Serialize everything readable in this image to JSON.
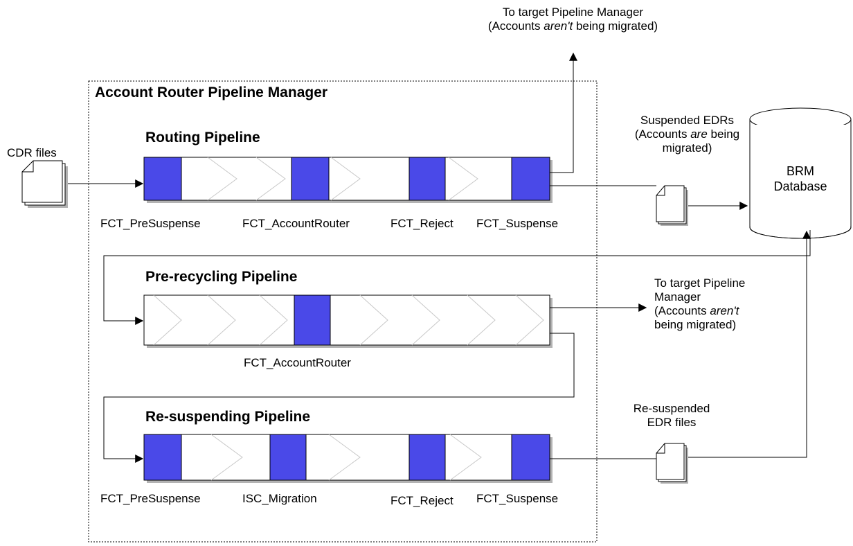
{
  "colors": {
    "filter_block": "#4a49e8",
    "outline": "#000000",
    "shadow": "#b3b3b3",
    "chevron": "#c8c8c8",
    "background": "#ffffff"
  },
  "manager_title": "Account Router Pipeline Manager",
  "top_destination": {
    "line1": "To target Pipeline Manager",
    "line2_a": "(Accounts ",
    "line2_em": "aren't",
    "line2_b": " being migrated)"
  },
  "input": {
    "label": "CDR files",
    "icon": "document-stack-icon"
  },
  "pipelines": {
    "routing": {
      "title": "Routing Pipeline",
      "filters": [
        "FCT_PreSuspense",
        "FCT_AccountRouter",
        "FCT_Reject",
        "FCT_Suspense"
      ]
    },
    "prerecycling": {
      "title": "Pre-recycling Pipeline",
      "filters": [
        "FCT_AccountRouter"
      ]
    },
    "resuspending": {
      "title": "Re-suspending Pipeline",
      "filters": [
        "FCT_PreSuspense",
        "ISC_Migration",
        "FCT_Reject",
        "FCT_Suspense"
      ]
    }
  },
  "suspended_edrs": {
    "line1": "Suspended EDRs",
    "line2_a": "(Accounts ",
    "line2_em": "are",
    "line2_b": " being",
    "line3": "migrated)",
    "icon": "document-stack-icon"
  },
  "database": {
    "line1": "BRM",
    "line2": "Database",
    "icon": "database-cylinder-icon"
  },
  "right_destination": {
    "line1": "To target Pipeline",
    "line2": "Manager",
    "line3_a": "(Accounts ",
    "line3_em": "aren't",
    "line4": "being migrated)"
  },
  "resuspended": {
    "line1": "Re-suspended",
    "line2": "EDR files",
    "icon": "document-stack-icon"
  }
}
